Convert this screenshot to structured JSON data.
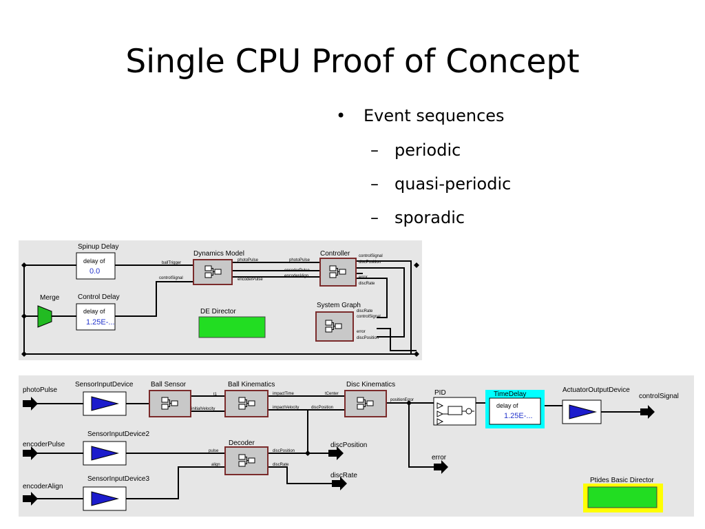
{
  "slide": {
    "title": "Single CPU Proof of Concept",
    "bullet": "Event sequences",
    "sub_bullets": [
      "periodic",
      "quasi-periodic",
      "sporadic"
    ]
  },
  "top_diagram": {
    "spinup_delay": {
      "title": "Spinup Delay",
      "line1": "delay of",
      "value": "0.0"
    },
    "control_delay": {
      "title": "Control Delay",
      "line1": "delay of",
      "value": "1.25E-..."
    },
    "merge": "Merge",
    "dynamics_model": "Dynamics Model",
    "controller": "Controller",
    "system_graph": "System Graph",
    "director": "DE Director",
    "ports": {
      "ball_trigger": "ballTrigger",
      "control_signal": "controlSignal",
      "photo_pulse": "photoPulse",
      "encoder_pulse": "encoderPulse",
      "photo_pulse_in": "photoPulse",
      "encoder_pulse_in": "encoderPulse",
      "encoder_align_in": "encoderAlign",
      "ctrl_control_signal": "controlSignal",
      "ctrl_disc_position": "discPosition",
      "ctrl_error": "error",
      "ctrl_disc_rate": "discRate",
      "sg_disc_rate": "discRate",
      "sg_control_signal": "controlSignal",
      "sg_error": "error",
      "sg_disc_position": "discPosition"
    }
  },
  "bottom_diagram": {
    "inputs": [
      "photoPulse",
      "encoderPulse",
      "encoderAlign"
    ],
    "sensor_devices": [
      "SensorInputDevice",
      "SensorInputDevice2",
      "SensorInputDevice3"
    ],
    "ball_sensor": "Ball Sensor",
    "ball_kinematics": "Ball Kinematics",
    "disc_kinematics": "Disc Kinematics",
    "decoder": "Decoder",
    "pid": "PID",
    "time_delay": {
      "title": "TimeDelay",
      "line1": "delay of",
      "value": "1.25E-..."
    },
    "actuator": "ActuatorOutputDevice",
    "outputs": {
      "control_signal": "controlSignal",
      "disc_position": "discPosition",
      "error": "error",
      "disc_rate": "discRate"
    },
    "director": "Ptides Basic Director",
    "ports": {
      "t1": "t1",
      "initial_velocity": "initialVelocity",
      "impact_time": "impactTime",
      "impact_velocity": "impactVelocity",
      "t_center": "tCenter",
      "disc_position_in": "discPosition",
      "position_error": "positionError",
      "pulse": "pulse",
      "align": "align",
      "dec_disc_position": "discPosition",
      "dec_disc_rate": "discRate"
    }
  },
  "colors": {
    "diagram_bg": "#e6e6e6",
    "composite_fill": "#c8c8c8",
    "composite_border": "#7a2a2a",
    "director_green": "#22dd22",
    "director_highlight": "#ffff00",
    "delay_highlight": "#00ffff",
    "sensor_triangle": "#1c1ccc",
    "merge_green": "#22bb22"
  }
}
